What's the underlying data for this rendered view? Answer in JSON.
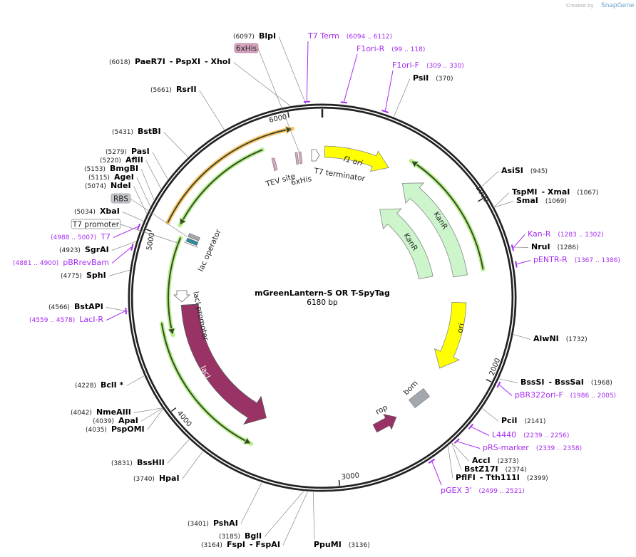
{
  "branding": {
    "created_by": "Created by",
    "app": "SnapGene"
  },
  "plasmid": {
    "name": "mGreenLantern-S OR T-SpyTag",
    "length": "6180 bp",
    "total_bp": 6180
  },
  "ticks": [
    "1000",
    "2000",
    "3000",
    "4000",
    "5000",
    "6000"
  ],
  "enzymes": [
    {
      "names": [
        "BlpI"
      ],
      "pos": "(6097)"
    },
    {
      "names": [
        "PaeR7I",
        "- PspXI",
        "- XhoI"
      ],
      "pos": "(6018)"
    },
    {
      "names": [
        "RsrII"
      ],
      "pos": "(5661)"
    },
    {
      "names": [
        "BstBI"
      ],
      "pos": "(5431)"
    },
    {
      "names": [
        "PasI"
      ],
      "pos": "(5279)"
    },
    {
      "names": [
        "AflII"
      ],
      "pos": "(5220)"
    },
    {
      "names": [
        "BmgBI"
      ],
      "pos": "(5153)"
    },
    {
      "names": [
        "AgeI"
      ],
      "pos": "(5115)"
    },
    {
      "names": [
        "NdeI"
      ],
      "pos": "(5074)"
    },
    {
      "names": [
        "XbaI"
      ],
      "pos": "(5034)"
    },
    {
      "names": [
        "SgrAI"
      ],
      "pos": "(4923)"
    },
    {
      "names": [
        "SphI"
      ],
      "pos": "(4775)"
    },
    {
      "names": [
        "BstAPI"
      ],
      "pos": "(4566)"
    },
    {
      "names": [
        "BclI *"
      ],
      "pos": "(4228)"
    },
    {
      "names": [
        "NmeAIII"
      ],
      "pos": "(4042)"
    },
    {
      "names": [
        "ApaI"
      ],
      "pos": "(4039)"
    },
    {
      "names": [
        "PspOMI"
      ],
      "pos": "(4035)"
    },
    {
      "names": [
        "BssHII"
      ],
      "pos": "(3831)"
    },
    {
      "names": [
        "HpaI"
      ],
      "pos": "(3740)"
    },
    {
      "names": [
        "PshAI"
      ],
      "pos": "(3401)"
    },
    {
      "names": [
        "BglI"
      ],
      "pos": "(3185)"
    },
    {
      "names": [
        "FspI",
        "- FspAI"
      ],
      "pos": "(3164)"
    },
    {
      "names": [
        "PpuMI"
      ],
      "pos": "(3136)"
    },
    {
      "names": [
        "PsiI"
      ],
      "pos": "(370)"
    },
    {
      "names": [
        "AsiSI"
      ],
      "pos": "(945)"
    },
    {
      "names": [
        "TspMI",
        "- XmaI"
      ],
      "pos": "(1067)"
    },
    {
      "names": [
        "SmaI"
      ],
      "pos": "(1069)"
    },
    {
      "names": [
        "NruI"
      ],
      "pos": "(1286)"
    },
    {
      "names": [
        "AlwNI"
      ],
      "pos": "(1732)"
    },
    {
      "names": [
        "BssSI",
        "- BssSaI"
      ],
      "pos": "(1968)"
    },
    {
      "names": [
        "PciI"
      ],
      "pos": "(2141)"
    },
    {
      "names": [
        "AccI"
      ],
      "pos": "(2373)"
    },
    {
      "names": [
        "BstZ17I"
      ],
      "pos": "(2374)"
    },
    {
      "names": [
        "PflFI",
        "- Tth111I"
      ],
      "pos": "(2399)"
    }
  ],
  "primers": [
    {
      "name": "T7 Term",
      "range": "(6094 .. 6112)"
    },
    {
      "name": "F1ori-R",
      "range": "(99 .. 118)"
    },
    {
      "name": "F1ori-F",
      "range": "(309 .. 330)"
    },
    {
      "name": "Kan-R",
      "range": "(1283 .. 1302)"
    },
    {
      "name": "pENTR-R",
      "range": "(1367 .. 1386)"
    },
    {
      "name": "pBR322ori-F",
      "range": "(1986 .. 2005)"
    },
    {
      "name": "L4440",
      "range": "(2239 .. 2256)"
    },
    {
      "name": "pRS-marker",
      "range": "(2339 .. 2358)"
    },
    {
      "name": "pGEX 3'",
      "range": "(2499 .. 2521)"
    },
    {
      "name": "T7",
      "range": "(4988 .. 5007)"
    },
    {
      "name": "pBRrevBam",
      "range": "(4881 .. 4900)"
    },
    {
      "name": "LacI-R",
      "range": "(4559 .. 4578)"
    }
  ],
  "boxed_features": [
    {
      "name": "6xHis"
    },
    {
      "name": "RBS"
    },
    {
      "name": "T7 promoter"
    }
  ],
  "features": {
    "f1_ori": "f1 ori",
    "kanr_outer": "KanR",
    "kanr_inner": "KanR",
    "ori": "ori",
    "lacI": "lacI",
    "lacI_promoter": "lacI promoter",
    "lac_operator": "lac operator",
    "rop": "rop",
    "bom": "bom",
    "tev_site": "TEV site",
    "his_tag": "6xHis",
    "t7_terminator": "T7 terminator"
  },
  "colors": {
    "backbone": "#222222",
    "primer": "#a52cf0",
    "yellow": "#ffff00",
    "kanr": "#ccf5cc",
    "lacI": "#993366",
    "green_glow": "#b5f08a",
    "orange_glow": "#ffc870",
    "his": "#d7a4bd",
    "gray": "#a3a8ae",
    "teal": "#2b8c9c"
  }
}
